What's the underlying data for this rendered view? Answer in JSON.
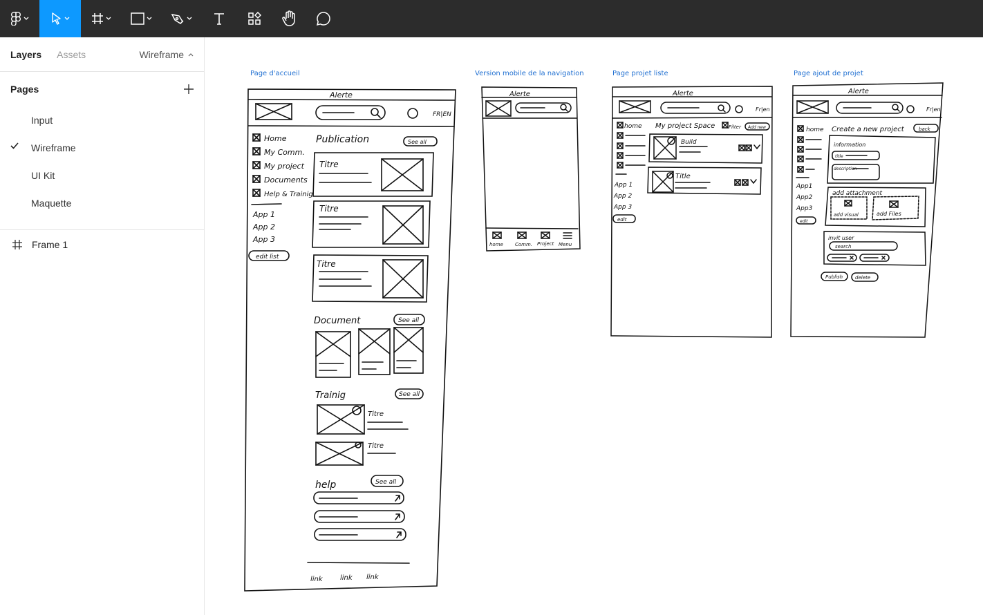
{
  "toolbar": {
    "tools": [
      "main-menu",
      "move",
      "frame",
      "shape",
      "pen",
      "text",
      "resources",
      "hand",
      "comment"
    ],
    "active_tool": "move",
    "active_color": "#0d99ff"
  },
  "sidebar": {
    "tabs": {
      "layers": "Layers",
      "assets": "Assets"
    },
    "current_page": "Wireframe",
    "pages_title": "Pages",
    "pages": [
      {
        "label": "Input",
        "selected": false
      },
      {
        "label": "Wireframe",
        "selected": true
      },
      {
        "label": "UI Kit",
        "selected": false
      },
      {
        "label": "Maquette",
        "selected": false
      }
    ],
    "layers": [
      {
        "label": "Frame 1",
        "icon": "frame-icon"
      }
    ]
  },
  "canvas": {
    "frames": [
      {
        "label": "Page d'accueil"
      },
      {
        "label": "Version mobile de la navigation"
      },
      {
        "label": "Page projet liste"
      },
      {
        "label": "Page ajout de projet"
      }
    ],
    "sketch_text": {
      "home": {
        "alert": "Alerte",
        "lang": "FR|EN",
        "nav": [
          "Home",
          "My Comm.",
          "My project",
          "Documents",
          "Help & Trainig"
        ],
        "apps": [
          "App 1",
          "App 2",
          "App 3"
        ],
        "edit": "edit list",
        "publication": "Publication",
        "see_all": "See all",
        "titre": "Titre",
        "document": "Document",
        "training": "Trainig",
        "help": "help",
        "link": "link"
      },
      "mobile": {
        "alert": "Alerte",
        "tabs": [
          "home",
          "Comm.",
          "Project",
          "Menu"
        ]
      },
      "list": {
        "alert": "Alerte",
        "lang": "Fr|en",
        "home": "home",
        "title": "My project Space",
        "filter": "Filter",
        "add_new": "Add new",
        "build": "Build",
        "item_title": "Title",
        "apps": [
          "App 1",
          "App 2",
          "App 3"
        ],
        "edit": "edit"
      },
      "add": {
        "alert": "Alerte",
        "lang": "Fr|en",
        "home": "home",
        "title": "Create a new project",
        "back": "back",
        "information": "information",
        "field_title": "title",
        "field_desc": "description",
        "attachment": "add attachment",
        "add_visual": "add visual",
        "add_files": "add Files",
        "invite": "invit user",
        "search": "search",
        "publish": "Publish",
        "delete": "delete",
        "apps": [
          "App1",
          "App2",
          "App3"
        ],
        "edit": "edit"
      }
    }
  }
}
